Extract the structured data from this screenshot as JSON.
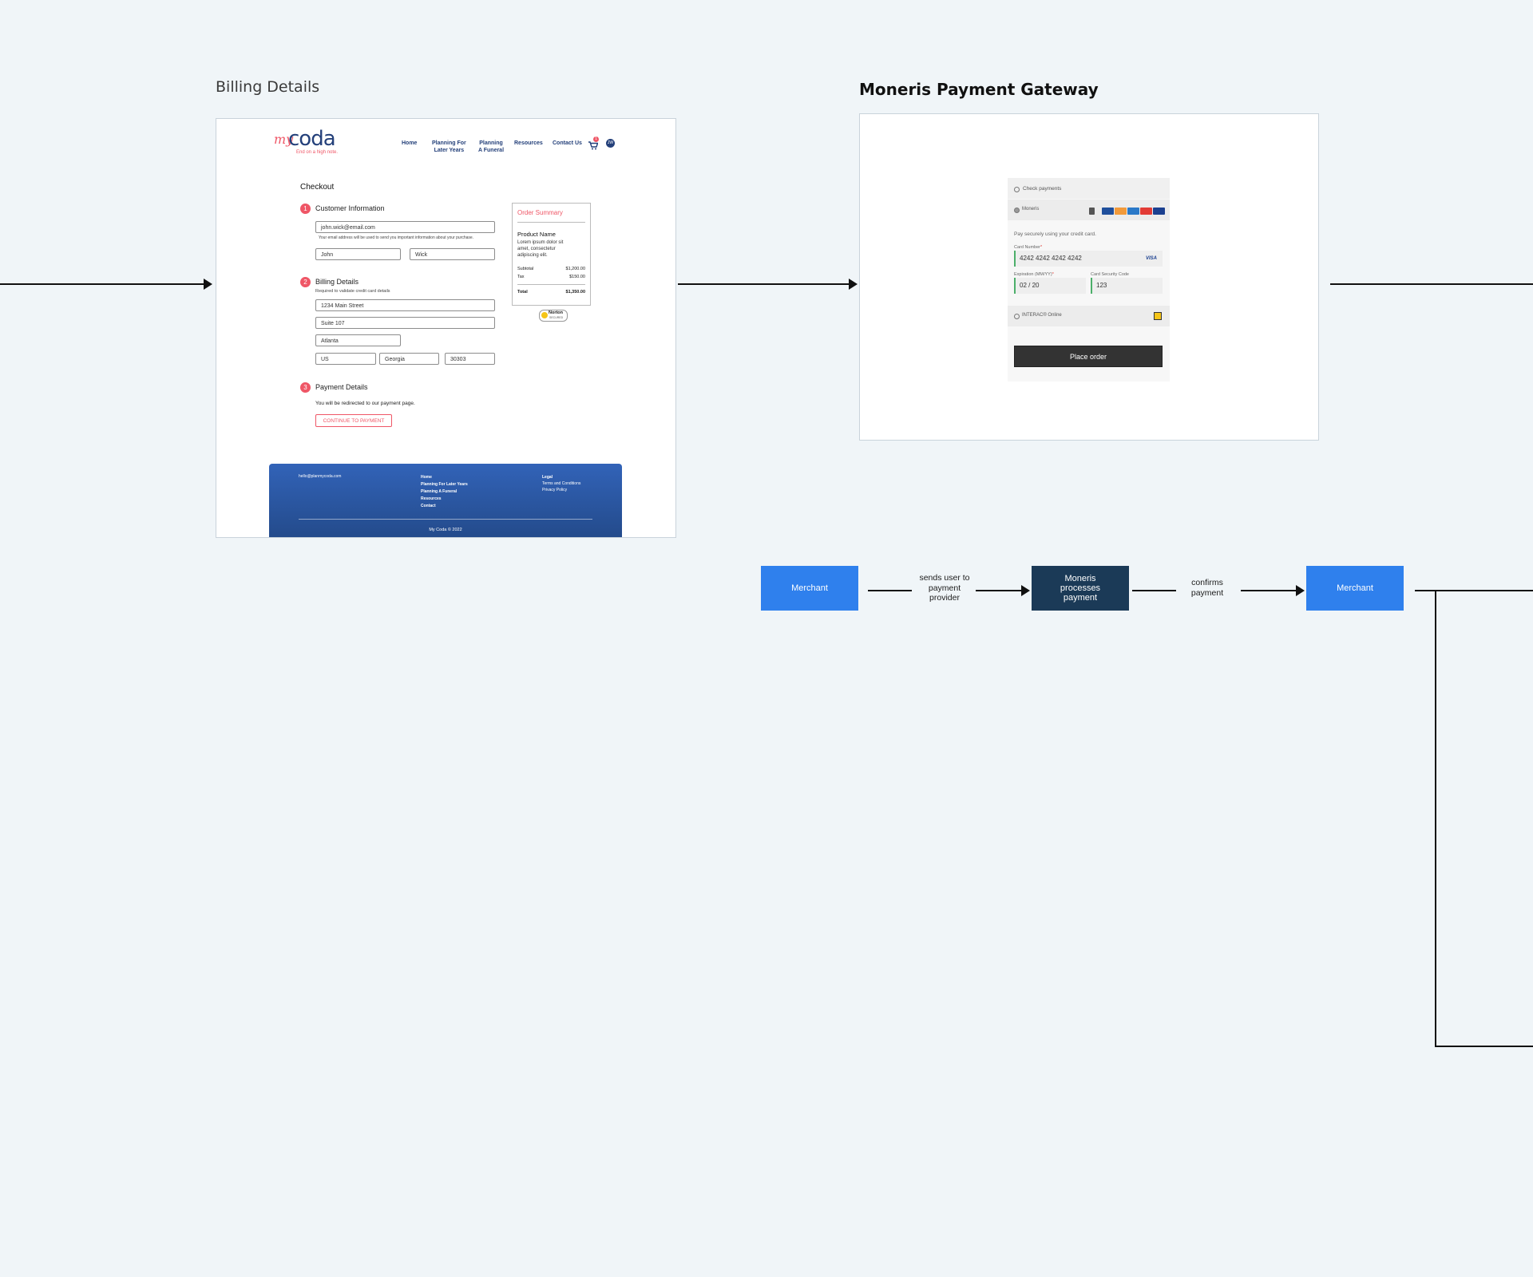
{
  "frames": {
    "billing_title": "Billing Details",
    "gateway_title": "Moneris Payment Gateway"
  },
  "billing": {
    "logo": {
      "script": "my",
      "word": "coda",
      "tagline": "End on a high note."
    },
    "nav": [
      "Home",
      "Planning For Later Years",
      "Planning A Funeral",
      "Resources",
      "Contact Us"
    ],
    "nav_lines": [
      [
        "Home"
      ],
      [
        "Planning For",
        "Later Years"
      ],
      [
        "Planning",
        "A Funeral"
      ],
      [
        "Resources"
      ],
      [
        "Contact Us"
      ]
    ],
    "cart_badge": "1",
    "avatar": "JW",
    "checkout_title": "Checkout",
    "step1": {
      "num": "1",
      "title": "Customer Information",
      "email": "john.wick@email.com",
      "email_note": "Your email address will be used to send you important information about your purchase.",
      "first": "John",
      "last": "Wick"
    },
    "step2": {
      "num": "2",
      "title": "Billing Details",
      "note": "Required to validate credit card details",
      "address1": "1234 Main Street",
      "address2": "Suite 107",
      "city": "Atlanta",
      "country": "US",
      "state": "Georgia",
      "zip": "30303"
    },
    "step3": {
      "num": "3",
      "title": "Payment Details",
      "note": "You will be redirected to our payment page.",
      "button": "CONTINUE TO PAYMENT"
    },
    "summary": {
      "title": "Order Summary",
      "product": "Product Name",
      "desc": "Lorem ipsum dolor sit amet, consectetur adipiscing elit.",
      "subtotal_label": "Subtotal",
      "subtotal": "$1,200.00",
      "tax_label": "Tax",
      "tax": "$150.00",
      "total_label": "Total",
      "total": "$1,350.00"
    },
    "norton": {
      "name": "Norton",
      "sub": "SECURED"
    },
    "footer": {
      "email": "hello@planmycoda.com",
      "links": [
        "Home",
        "Planning For Later Years",
        "Planning A Funeral",
        "Resources",
        "Contact"
      ],
      "legal_title": "Legal",
      "legal": [
        "Terms and Conditions",
        "Privacy Policy"
      ],
      "copyright": "My Coda © 2022"
    }
  },
  "gateway": {
    "check_payments": "Check payments",
    "moneris": "Moneris",
    "pay_note": "Pay securely using your credit card.",
    "card_label": "Card Number",
    "required_mark": "*",
    "card_number": "4242 4242 4242 4242",
    "card_brand": "VISA",
    "expiry_label": "Expiration (MM/YY)",
    "expiry": "02 / 20",
    "cvc_label": "Card Security Code",
    "cvc": "123",
    "interac": "INTERAC® Online",
    "button": "Place order",
    "card_logos": [
      {
        "name": "generic-card-icon",
        "color": "#555555"
      },
      {
        "name": "diners-card-icon",
        "color": "#1f4f9c"
      },
      {
        "name": "discover-card-icon",
        "color": "#f29a3a"
      },
      {
        "name": "amex-card-icon",
        "color": "#2a79c8"
      },
      {
        "name": "mastercard-icon",
        "color": "#e23b35"
      },
      {
        "name": "visa-card-icon",
        "color": "#1a3f8f"
      }
    ]
  },
  "flow": {
    "nodes": [
      {
        "label": "Merchant",
        "color": "#2f80ed"
      },
      {
        "label": "Moneris processes payment",
        "color": "#1b3a57"
      },
      {
        "label": "Merchant",
        "color": "#2f80ed"
      }
    ],
    "edges": [
      "sends user to payment provider",
      "confirms payment"
    ]
  },
  "colors": {
    "accent": "#ef5666",
    "navy": "#24407a",
    "footer_top": "#3263b8",
    "footer_bottom": "#234a8a"
  }
}
